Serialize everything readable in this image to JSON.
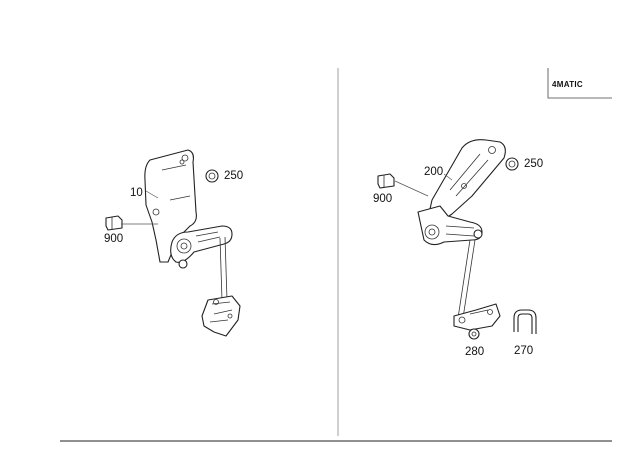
{
  "badge": {
    "text": "4MATIC"
  },
  "left_view": {
    "callouts": {
      "bracket": "10",
      "nut": "250",
      "connector": "900"
    }
  },
  "right_view": {
    "callouts": {
      "bracket": "200",
      "nut": "250",
      "connector": "900",
      "clip_nut": "280",
      "clamp": "270"
    }
  }
}
